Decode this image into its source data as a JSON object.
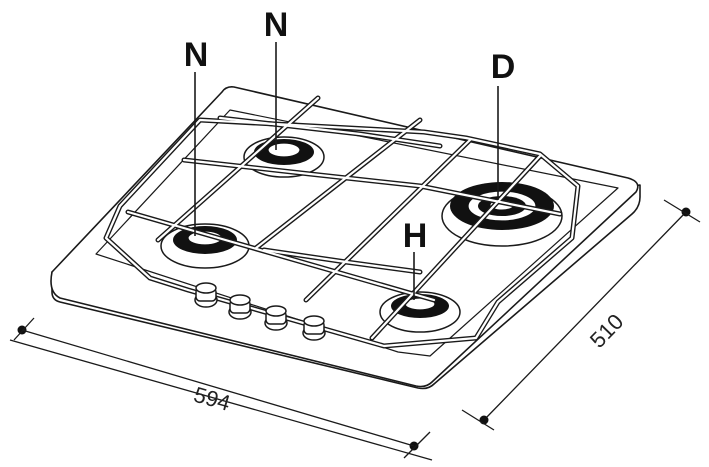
{
  "labels": {
    "burner_top_left": "N",
    "burner_top_middle": "N",
    "burner_right_large": "D",
    "burner_bottom_right": "H"
  },
  "dimensions": {
    "width": "594",
    "depth": "510"
  }
}
